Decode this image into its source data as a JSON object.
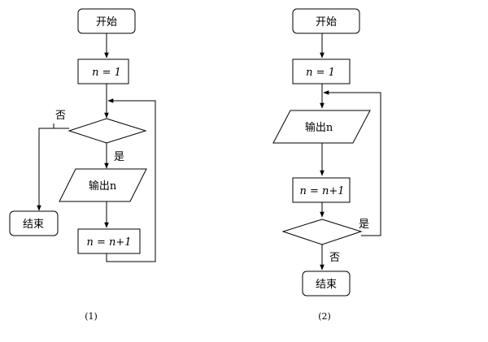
{
  "flowchart_1": {
    "start": "开始",
    "init": "n = 1",
    "decision": "",
    "decision_no": "否",
    "decision_yes": "是",
    "output": "输出n",
    "increment": "n = n+1",
    "end": "结束",
    "caption": "(1)"
  },
  "flowchart_2": {
    "start": "开始",
    "init": "n = 1",
    "output": "输出n",
    "increment": "n = n+1",
    "decision": "",
    "decision_yes": "是",
    "decision_no": "否",
    "end": "结束",
    "caption": "(2)"
  }
}
